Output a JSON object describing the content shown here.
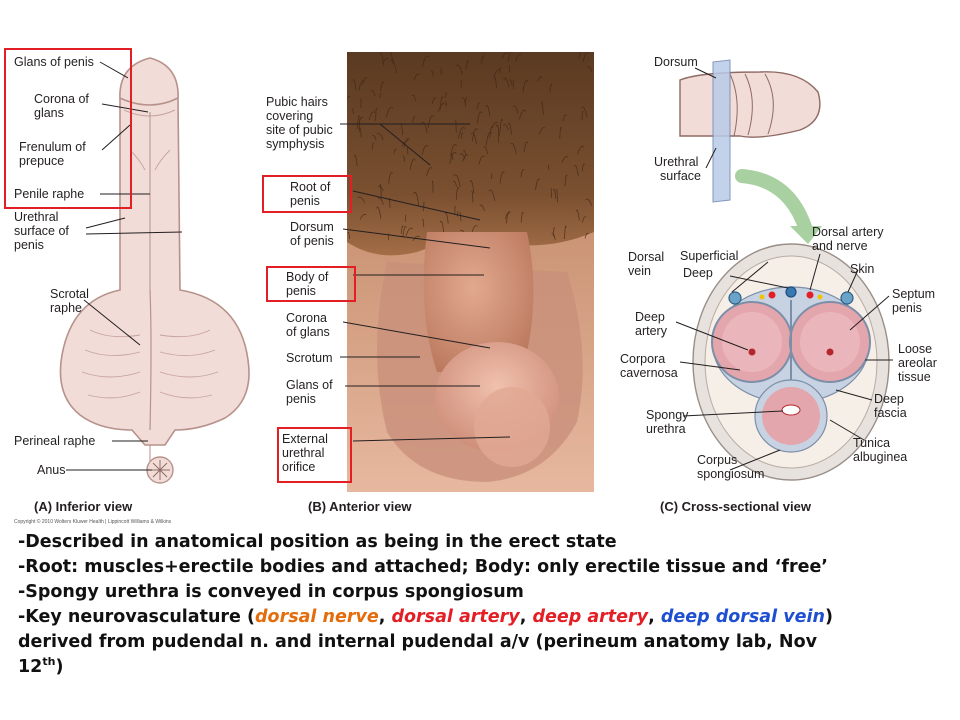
{
  "panel_a": {
    "labels": {
      "glans": "Glans of penis",
      "corona_1": "Corona of",
      "corona_2": "glans",
      "frenulum_1": "Frenulum of",
      "frenulum_2": "prepuce",
      "raphe": "Penile raphe",
      "urethral_1": "Urethral",
      "urethral_2": "surface of",
      "urethral_3": "penis",
      "scrotal_1": "Scrotal",
      "scrotal_2": "raphe",
      "perineal": "Perineal raphe",
      "anus": "Anus"
    },
    "caption": "(A) Inferior view",
    "copyright": "Copyright © 2010 Wolters Kluwer Health | Lippincott Williams & Wilkins"
  },
  "panel_b": {
    "labels": {
      "pubic_1": "Pubic hairs",
      "pubic_2": "covering",
      "pubic_3": "site of pubic",
      "pubic_4": "symphysis",
      "root_1": "Root of",
      "root_2": "penis",
      "dorsum_1": "Dorsum",
      "dorsum_2": "of penis",
      "body_1": "Body of",
      "body_2": "penis",
      "corona_1": "Corona",
      "corona_2": "of glans",
      "scrotum": "Scrotum",
      "glans_1": "Glans of",
      "glans_2": "penis",
      "ext_1": "External",
      "ext_2": "urethral",
      "ext_3": "orifice"
    },
    "caption": "(B) Anterior view"
  },
  "panel_c": {
    "labels": {
      "dorsum": "Dorsum",
      "urethral_1": "Urethral",
      "urethral_2": "surface",
      "dorsal_vein_1": "Dorsal",
      "dorsal_vein_2": "vein",
      "superficial": "Superficial",
      "deep": "Deep",
      "dorsal_artery_1": "Dorsal artery",
      "dorsal_artery_2": "and nerve",
      "skin": "Skin",
      "septum_1": "Septum",
      "septum_2": "penis",
      "deep_artery_1": "Deep",
      "deep_artery_2": "artery",
      "corpora_1": "Corpora",
      "corpora_2": "cavernosa",
      "loose_1": "Loose",
      "loose_2": "areolar",
      "loose_3": "tissue",
      "spongy_1": "Spongy",
      "spongy_2": "urethra",
      "deep_fascia_1": "Deep",
      "deep_fascia_2": "fascia",
      "tunica_1": "Tunica",
      "tunica_2": "albuginea",
      "corpus_1": "Corpus",
      "corpus_2": "spongiosum"
    },
    "caption": "(C) Cross-sectional view"
  },
  "notes": {
    "line1": "-Described in anatomical position  as being in the erect state",
    "line2": "-Root: muscles+erectile bodies and attached; Body: only erectile tissue and ‘free’",
    "line3": "-Spongy urethra is conveyed in corpus spongiosum",
    "line4_prefix": "-Key neurovasculature (",
    "dorsal_nerve": "dorsal nerve",
    "sep1": ", ",
    "dorsal_artery": "dorsal artery",
    "sep2": ", ",
    "deep_artery": "deep artery",
    "sep3": ",  ",
    "deep_dorsal_vein": "deep dorsal vein",
    "line4_suffix": ")",
    "line5": "derived from pudendal n. and internal pudendal a/v (perineum anatomy  lab, Nov",
    "line6_main": "12",
    "line6_sup": "th",
    "line6_end": ")"
  },
  "colors": {
    "highlight_box": "#e31e24",
    "skin": "#f2dcd8",
    "skin_shadow": "#d9b3ad",
    "dorsal_nerve": "#e46c0a",
    "dorsal_artery": "#e31e24",
    "deep_artery": "#e31e24",
    "deep_dorsal_vein": "#1f4fd1"
  }
}
